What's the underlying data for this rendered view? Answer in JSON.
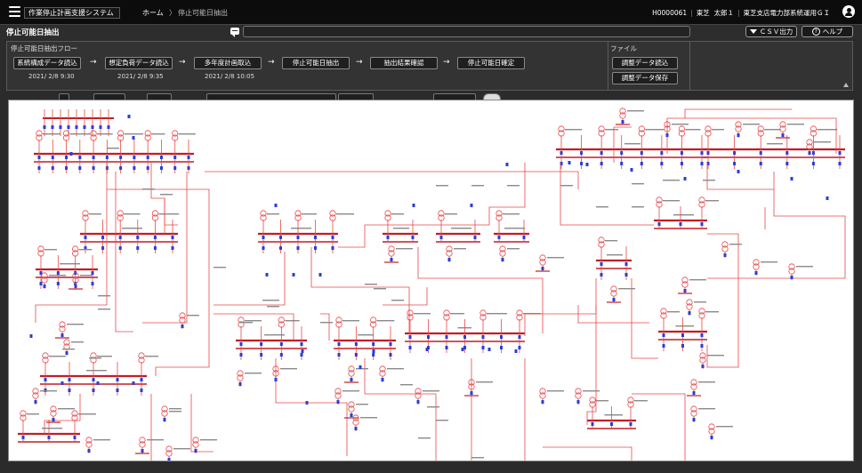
{
  "header": {
    "app_title": "作業停止計画支援システム",
    "breadcrumb_home": "ホーム",
    "breadcrumb_separator": "〉",
    "breadcrumb_current": "停止可能日抽出",
    "user_id": "H0000061",
    "user_company": "東芝",
    "user_name": "太郎１",
    "user_department": "東芝支店電力部系統運用ＧＩ"
  },
  "titlebar": {
    "page_title": "停止可能日抽出",
    "csv_button": "ＣＳＶ出力",
    "help_button": "ヘルプ"
  },
  "flow": {
    "label": "停止可能日抽出フロー",
    "arrow": "→",
    "steps": [
      {
        "label": "系統構成データ読込",
        "timestamp": "2021/ 2/8 9:30"
      },
      {
        "label": "想定負荷データ読込",
        "timestamp": "2021/ 2/8 9:35"
      },
      {
        "label": "多年度計画取込",
        "timestamp": "2021/ 2/8 10:05"
      },
      {
        "label": "停止可能日抽出",
        "timestamp": ""
      },
      {
        "label": "抽出結果確認",
        "timestamp": ""
      },
      {
        "label": "停止可能日確定",
        "timestamp": ""
      }
    ]
  },
  "file": {
    "label": "ファイル",
    "load_button": "調整データ読込",
    "save_button": "調整データ保存"
  },
  "diagram": {
    "colors": {
      "line": "#e8474a",
      "bus": "#c01e24",
      "breaker": "#2a3fd6",
      "background": "#ffffff"
    }
  }
}
